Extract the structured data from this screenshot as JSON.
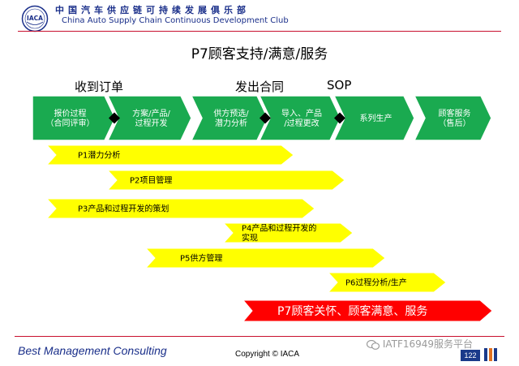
{
  "header": {
    "org_cn": "中国汽车供应链可持续发展俱乐部",
    "org_en": "China Auto Supply Chain Continuous Development Club",
    "logo_text": "IACA"
  },
  "title": "P7顾客支持/满意/服务",
  "milestones": [
    "收到订单",
    "发出合同",
    "SOP"
  ],
  "process_steps": [
    [
      "报价过程",
      "（合同评审）"
    ],
    [
      "方案/产品/",
      "过程开发"
    ],
    [
      "供方预选/",
      "潜力分析"
    ],
    [
      "导入、产品",
      "/过程更改"
    ],
    [
      "系列生产"
    ],
    [
      "顾客服务",
      "（售后）"
    ]
  ],
  "phases": [
    [
      "P1潜力分析"
    ],
    [
      "P2项目管理"
    ],
    [
      "P3产品和过程开发的策划"
    ],
    [
      "P4产品和过程开发的",
      "实现"
    ],
    [
      "P5供方管理"
    ],
    [
      "P6过程分析/生产"
    ],
    [
      "P7顾客关怀、顾客满意、服务"
    ]
  ],
  "footer": {
    "company": "Best Management Consulting",
    "copyright": "Copyright © IACA",
    "watermark": "IATF16949服务平台",
    "page_number": "122"
  },
  "colors": {
    "process_green": "#1aaa50",
    "phase_yellow": "#ffff00",
    "highlight_red": "#ff0000",
    "brand_blue": "#1a2f8a"
  }
}
